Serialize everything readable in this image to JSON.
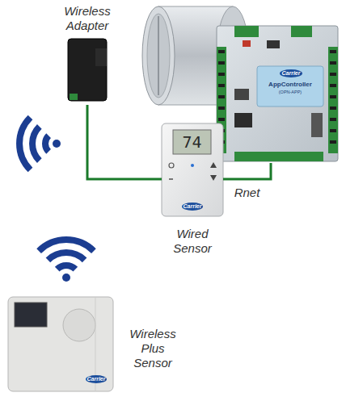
{
  "diagram": {
    "nodes": [
      {
        "text": [
          "Wireless Adapter"
        ]
      },
      {
        "text": [
          "74",
          "Carrier",
          "Wired Sensor"
        ]
      },
      {
        "text": [
          "Carrier",
          "AppController",
          "(OPN-APP)"
        ]
      },
      {
        "text": [
          "Wireless Plus Sensor",
          "Carrier"
        ]
      }
    ],
    "edges": [
      {
        "from": 0,
        "to": 1,
        "arrow": "none"
      },
      {
        "from": 1,
        "to": 2,
        "label": "Rnet",
        "arrow": "none"
      }
    ]
  }
}
